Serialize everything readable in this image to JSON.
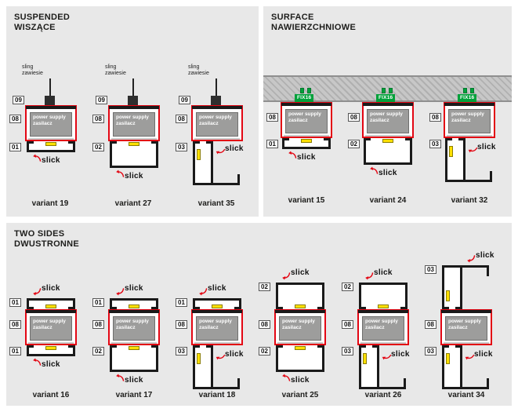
{
  "panels": {
    "suspended": {
      "title_line1": "SUSPENDED",
      "title_line2": "WISZĄCE",
      "variants": [
        {
          "name": "variant 19",
          "hanger_num": "09",
          "housing_num": "08",
          "channel_num": "01"
        },
        {
          "name": "variant 27",
          "hanger_num": "09",
          "housing_num": "08",
          "channel_num": "02"
        },
        {
          "name": "variant 35",
          "hanger_num": "09",
          "housing_num": "08",
          "channel_num": "03"
        }
      ]
    },
    "surface": {
      "title_line1": "SURFACE",
      "title_line2": "NAWIERZCHNIOWE",
      "variants": [
        {
          "name": "variant 15",
          "housing_num": "08",
          "channel_num": "01"
        },
        {
          "name": "variant 24",
          "housing_num": "08",
          "channel_num": "02"
        },
        {
          "name": "variant 32",
          "housing_num": "08",
          "channel_num": "03"
        }
      ]
    },
    "two_sides": {
      "title_line1": "TWO SIDES",
      "title_line2": "DWUSTRONNE",
      "variants": [
        {
          "name": "variant 16",
          "top_channel_num": "01",
          "housing_num": "08",
          "bottom_channel_num": "01"
        },
        {
          "name": "variant 17",
          "top_channel_num": "01",
          "housing_num": "08",
          "bottom_channel_num": "02"
        },
        {
          "name": "variant 18",
          "top_channel_num": "01",
          "housing_num": "08",
          "bottom_channel_num": "03"
        },
        {
          "name": "variant 25",
          "top_channel_num": "02",
          "housing_num": "08",
          "bottom_channel_num": "02"
        },
        {
          "name": "variant 26",
          "top_channel_num": "02",
          "housing_num": "08",
          "bottom_channel_num": "03"
        },
        {
          "name": "variant 34",
          "top_channel_num": "03",
          "housing_num": "08",
          "bottom_channel_num": "03"
        }
      ]
    }
  },
  "shared": {
    "brand": "slick",
    "power_supply_line1": "power supply",
    "power_supply_line2": "zasilacz",
    "sling_line1": "sling",
    "sling_line2": "zawiesie",
    "fix_label": "FIX16"
  },
  "colors": {
    "accent_red": "#e30613",
    "fix_green": "#00a13a",
    "led_yellow": "#ffe000",
    "profile_black": "#1a1a1a",
    "panel_gray": "#e8e8e8"
  }
}
